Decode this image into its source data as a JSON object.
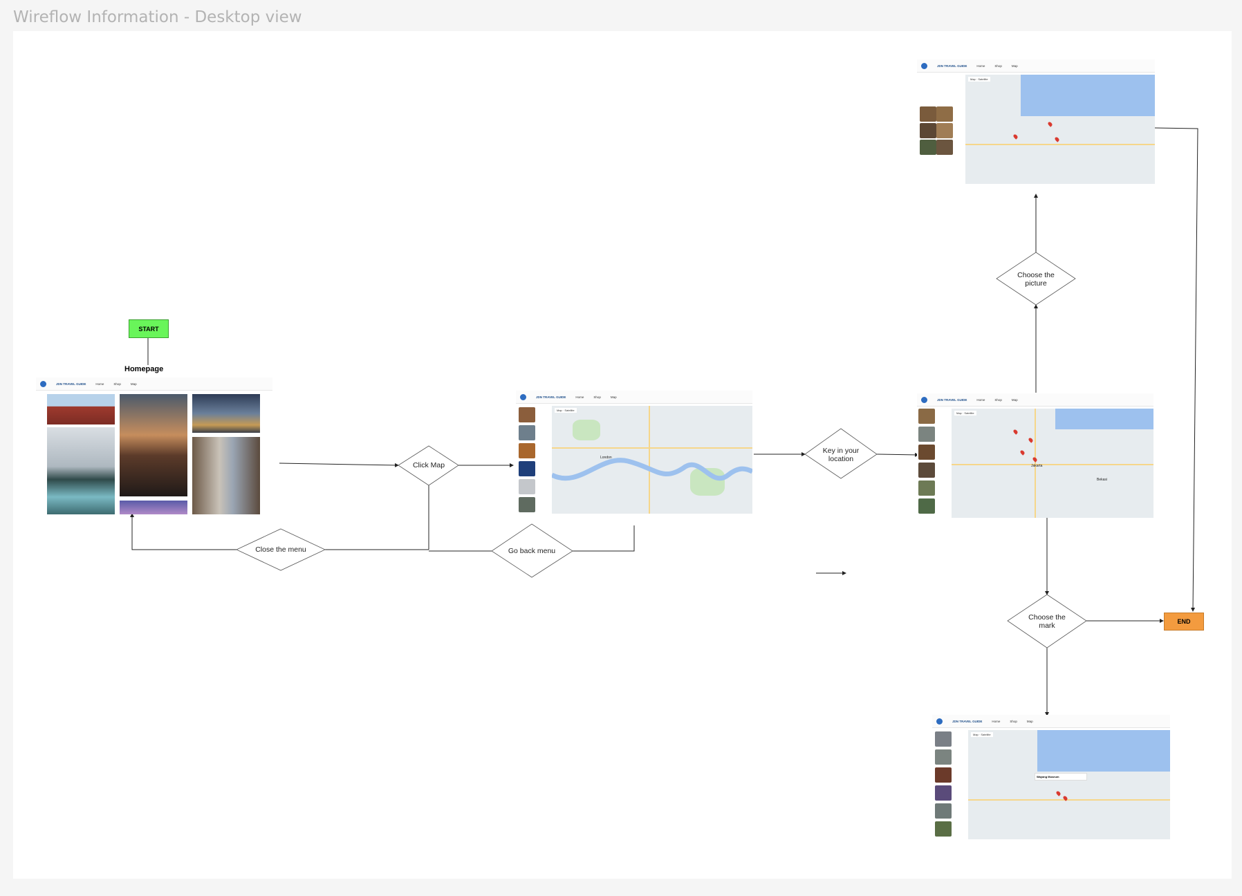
{
  "page": {
    "title": "Wireflow Information - Desktop view"
  },
  "nodes": {
    "start": "START",
    "end": "END",
    "homepage": "Homepage",
    "click_map": "Click Map",
    "close_menu": "Close the menu",
    "go_back_menu": "Go back menu",
    "key_location": "Key in your location",
    "choose_picture": "Choose the picture",
    "choose_mark": "Choose the mark"
  },
  "app_nav": {
    "brand": "JDN TRAVEL GUIDE",
    "home": "Home",
    "shop": "Shop",
    "map": "Map"
  },
  "map_ui": {
    "tab_map": "Map",
    "tab_satellite": "Satellite",
    "city_london": "London",
    "city_jakarta": "Jakarta",
    "city_bekasi": "Bekasi",
    "popup_title": "Wayang Museum"
  },
  "colors": {
    "start": "#69f55a",
    "end": "#f39b3f",
    "water": "#9dc1ee"
  }
}
